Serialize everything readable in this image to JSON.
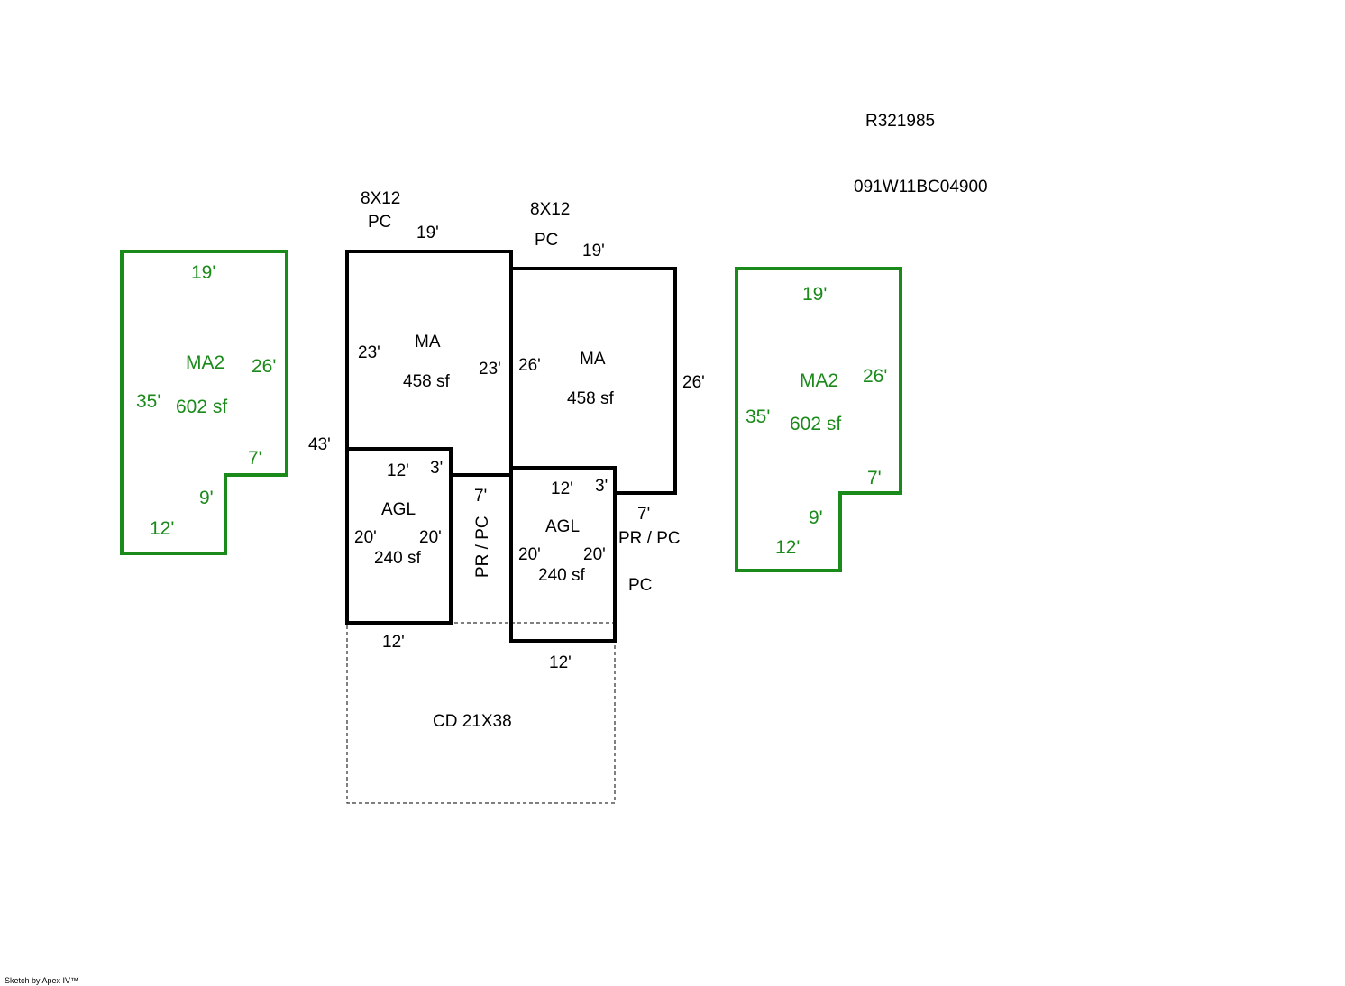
{
  "header": {
    "record_id": "R321985",
    "parcel_number": "091W11BC04900"
  },
  "credit": "Sketch by Apex IV™",
  "colors": {
    "main_outline": "#000000",
    "ma2_outline": "#1a8a1a"
  },
  "left_ma2": {
    "label": "MA2",
    "area": "602 sf",
    "dims": {
      "top": "19'",
      "right": "26'",
      "left": "35'",
      "step_top": "7'",
      "step_side": "9'",
      "bottom": "12'"
    }
  },
  "right_ma2": {
    "label": "MA2",
    "area": "602 sf",
    "dims": {
      "top": "19'",
      "right": "26'",
      "left": "35'",
      "step_top": "7'",
      "step_side": "9'",
      "bottom": "12'"
    }
  },
  "left_unit": {
    "pc_size": "8X12",
    "pc_label": "PC",
    "ma": {
      "label": "MA",
      "area": "458 sf",
      "top": "19'",
      "left": "23'",
      "right": "23'"
    },
    "agl": {
      "label": "AGL",
      "area": "240 sf",
      "top": "12'",
      "notch": "3'",
      "left": "20'",
      "right": "20'",
      "bottom": "12'"
    },
    "overall": "43'",
    "porch": {
      "dim": "7'",
      "label": "PR / PC"
    }
  },
  "right_unit": {
    "pc_size": "8X12",
    "pc_label": "PC",
    "ma": {
      "label": "MA",
      "area": "458 sf",
      "top": "19'",
      "left": "26'",
      "right": "26'"
    },
    "agl": {
      "label": "AGL",
      "area": "240 sf",
      "top": "12'",
      "notch": "3'",
      "left": "20'",
      "right": "20'",
      "bottom": "12'"
    },
    "porch": {
      "dim": "7'",
      "label": "PR / PC",
      "extra": "PC"
    }
  },
  "carport": {
    "label": "CD  21X38"
  }
}
